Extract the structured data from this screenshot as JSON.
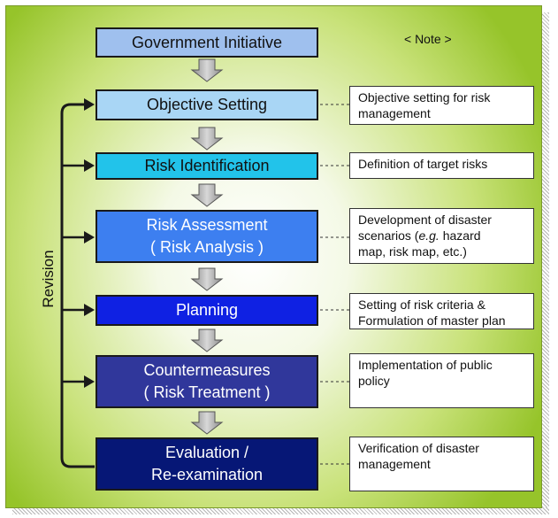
{
  "note_header": "< Note >",
  "revision_label": "Revision",
  "steps": [
    {
      "lines": [
        "Government Initiative"
      ],
      "bg": "#9fc0ee",
      "fg": "#111111"
    },
    {
      "lines": [
        "Objective Setting"
      ],
      "bg": "#a9d6f5",
      "fg": "#111111"
    },
    {
      "lines": [
        "Risk Identification"
      ],
      "bg": "#22c3ea",
      "fg": "#111111"
    },
    {
      "lines": [
        "Risk Assessment",
        "( Risk Analysis )"
      ],
      "bg": "#3d7ff0",
      "fg": "#ffffff"
    },
    {
      "lines": [
        "Planning"
      ],
      "bg": "#0f21e3",
      "fg": "#ffffff"
    },
    {
      "lines": [
        "Countermeasures",
        "( Risk Treatment )"
      ],
      "bg": "#30379b",
      "fg": "#ffffff"
    },
    {
      "lines": [
        "Evaluation /",
        "Re-examination"
      ],
      "bg": "#061776",
      "fg": "#ffffff"
    }
  ],
  "notes": [
    {
      "lines": [
        "Objective setting for risk",
        "management"
      ]
    },
    {
      "lines": [
        "Definition of target risks"
      ]
    },
    {
      "lines": [
        "Development of disaster",
        "scenarios (e.g. hazard",
        "map, risk map, etc.)"
      ]
    },
    {
      "lines": [
        "Setting of risk criteria &",
        "Formulation of master plan"
      ]
    },
    {
      "lines": [
        "Implementation of public",
        "policy"
      ]
    },
    {
      "lines": [
        "Verification of disaster",
        "management"
      ]
    }
  ]
}
